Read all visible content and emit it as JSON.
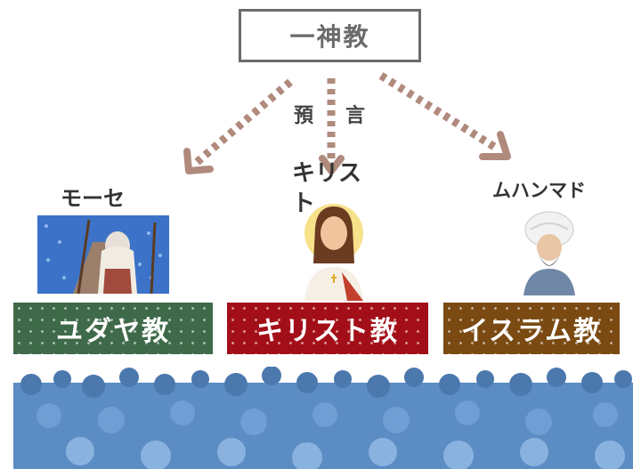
{
  "top": {
    "title": "一神教"
  },
  "prophecy": {
    "char1": "預",
    "char2": "言"
  },
  "figures": {
    "moses": "モーセ",
    "christ": "キリスト",
    "mohammed": "ムハンマド"
  },
  "religions": {
    "judaism": "ユダヤ教",
    "christianity": "キリスト教",
    "islam": "イスラム教"
  },
  "colors": {
    "arrow": "#b08a7c",
    "judaism": "#3f6a4a",
    "christianity": "#a30f18",
    "islam": "#7a4a12",
    "crowd": "#5b8cc4"
  }
}
